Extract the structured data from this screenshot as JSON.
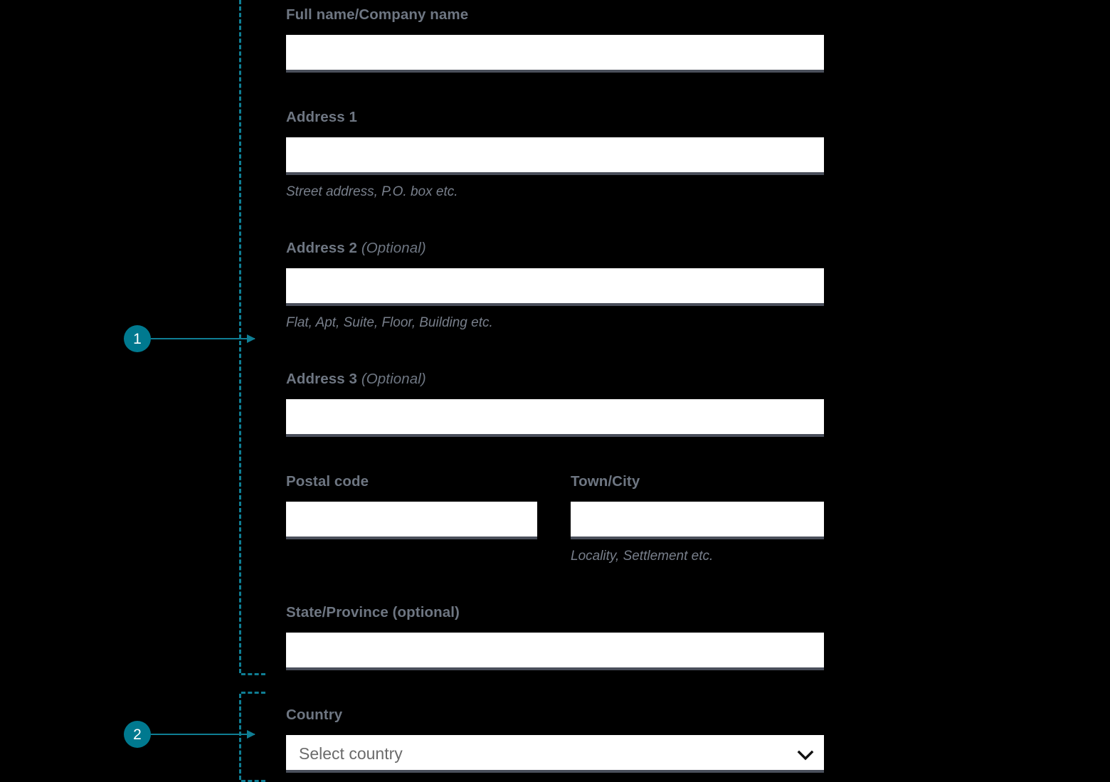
{
  "theme": {
    "background": "#000000",
    "label_color": "#6e7682",
    "hint_color": "#787f8b",
    "input_background": "#ffffff",
    "input_underline": "#4a4f5b",
    "accent_teal": "#00798f",
    "dashed_teal": "#0f7e94",
    "badge_text": "#ffffff"
  },
  "annotations": [
    {
      "number": "1",
      "target": "address-fields-group"
    },
    {
      "number": "2",
      "target": "country-select-group"
    }
  ],
  "form": {
    "fields": [
      {
        "key": "full_name",
        "label": "Full name/Company name",
        "optional_suffix": "",
        "value": "",
        "placeholder": "",
        "hint": ""
      },
      {
        "key": "address_1",
        "label": "Address 1",
        "optional_suffix": "",
        "value": "",
        "placeholder": "",
        "hint": "Street address, P.O. box etc."
      },
      {
        "key": "address_2",
        "label": "Address 2",
        "optional_suffix": "(Optional)",
        "value": "",
        "placeholder": "",
        "hint": "Flat, Apt, Suite, Floor, Building etc."
      },
      {
        "key": "address_3",
        "label": "Address 3",
        "optional_suffix": "(Optional)",
        "value": "",
        "placeholder": "",
        "hint": ""
      },
      {
        "key": "postal_code",
        "label": "Postal code",
        "optional_suffix": "",
        "value": "",
        "placeholder": "",
        "hint": ""
      },
      {
        "key": "town_city",
        "label": "Town/City",
        "optional_suffix": "",
        "value": "",
        "placeholder": "",
        "hint": "Locality, Settlement etc."
      },
      {
        "key": "state_province",
        "label": "State/Province (optional)",
        "optional_suffix": "",
        "value": "",
        "placeholder": "",
        "hint": ""
      },
      {
        "key": "country",
        "label": "Country",
        "optional_suffix": "",
        "value": "",
        "placeholder": "Select country",
        "hint": "",
        "control": "select",
        "icon": "chevron-down-icon"
      }
    ]
  }
}
